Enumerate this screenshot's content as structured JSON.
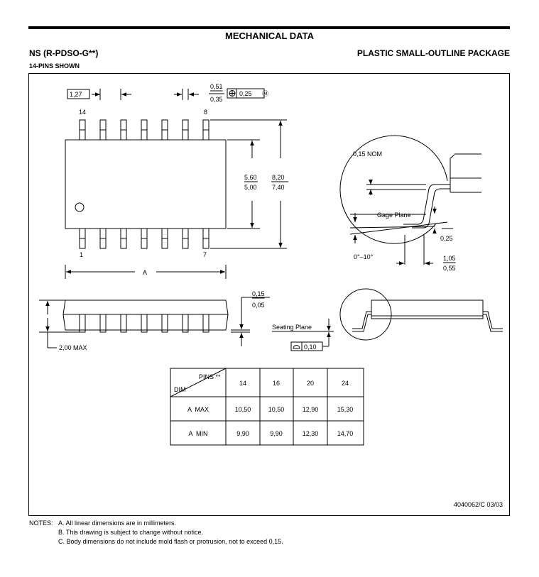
{
  "header": {
    "title": "MECHANICAL DATA",
    "left": "NS (R-PDSO-G**)",
    "right": "PLASTIC SMALL-OUTLINE PACKAGE",
    "sub": "14-PINS SHOWN"
  },
  "top_view": {
    "pitch": "1,27",
    "lead_w_max": "0,51",
    "lead_w_min": "0,35",
    "tolerance": "0,25",
    "pin14": "14",
    "pin8": "8",
    "pin1": "1",
    "pin7": "7",
    "body_w_max": "5,60",
    "body_w_min": "5,00",
    "total_w_max": "8,20",
    "total_w_min": "7,40",
    "length_label": "A"
  },
  "detail": {
    "nom": "0,15 NOM",
    "gage": "Gage Plane",
    "gage_dim": "0,25",
    "angle": "0°–10°",
    "foot_max": "1,05",
    "foot_min": "0,55"
  },
  "side_view": {
    "standoff_max": "0,15",
    "standoff_min": "0,05",
    "height": "2,00 MAX",
    "seating": "Seating Plane",
    "flatness": "0,10"
  },
  "table": {
    "corner_pins": "PINS **",
    "corner_dim": "DIM",
    "headers": [
      "14",
      "16",
      "20",
      "24"
    ],
    "rows": [
      {
        "label": "A  MAX",
        "values": [
          "10,50",
          "10,50",
          "12,90",
          "15,30"
        ]
      },
      {
        "label": "A  MIN",
        "values": [
          "9,90",
          "9,90",
          "12,30",
          "14,70"
        ]
      }
    ]
  },
  "drawing_no": "4040062/C 03/03",
  "notes": {
    "label": "NOTES:",
    "items": [
      "A.   All linear dimensions are in millimeters.",
      "B.   This drawing is subject to change without notice.",
      "C.   Body dimensions do not include mold flash or protrusion, not to exceed 0,15."
    ]
  }
}
